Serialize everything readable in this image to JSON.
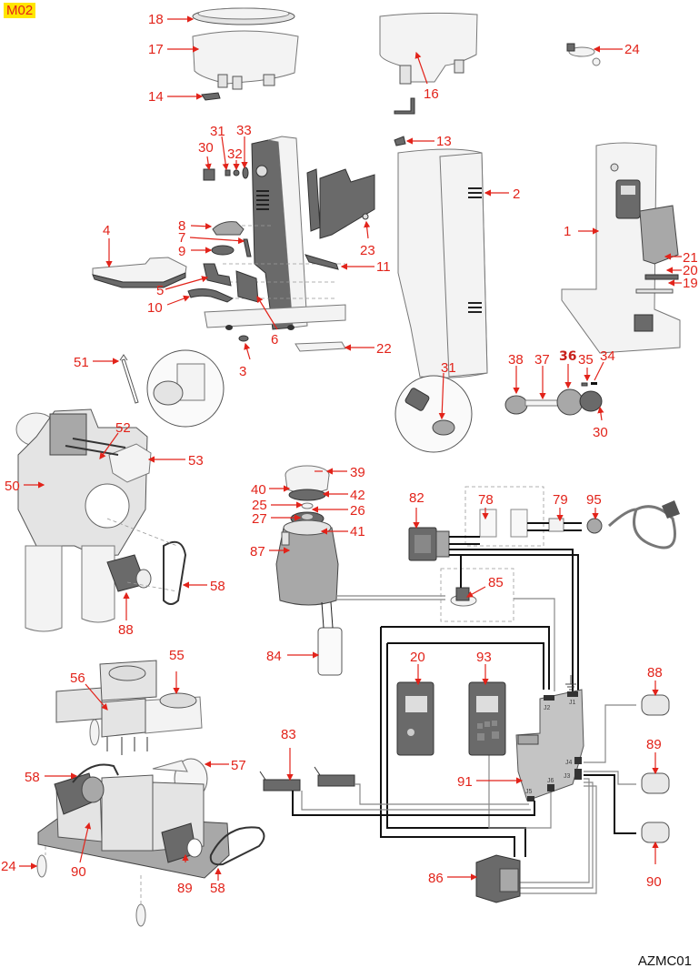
{
  "page": {
    "section_badge": "M02",
    "drawing_code": "AZMC01"
  },
  "colors": {
    "label": "#e2231a",
    "badge_bg": "#ffe600",
    "wire_dark": "#111111",
    "wire_light": "#888888"
  },
  "callouts": {
    "c1": "1",
    "c2": "2",
    "c3": "3",
    "c4": "4",
    "c5": "5",
    "c6": "6",
    "c7": "7",
    "c8": "8",
    "c9": "9",
    "c10": "10",
    "c11": "11",
    "c13": "13",
    "c14": "14",
    "c16": "16",
    "c17": "17",
    "c18": "18",
    "c19": "19",
    "c20a": "20",
    "c20b": "20",
    "c21": "21",
    "c22": "22",
    "c23": "23",
    "c24a": "24",
    "c24b": "24",
    "c25": "25",
    "c26": "26",
    "c27": "27",
    "c30a": "30",
    "c30b": "30",
    "c31a": "31",
    "c31b": "31",
    "c32": "32",
    "c33": "33",
    "c34": "34",
    "c35": "35",
    "c36": "36",
    "c37": "37",
    "c38": "38",
    "c39": "39",
    "c40": "40",
    "c41": "41",
    "c42": "42",
    "c50": "50",
    "c51": "51",
    "c52": "52",
    "c53": "53",
    "c55": "55",
    "c56": "56",
    "c57": "57",
    "c58a": "58",
    "c58b": "58",
    "c58c": "58",
    "c78": "78",
    "c79": "79",
    "c82": "82",
    "c83": "83",
    "c84": "84",
    "c85": "85",
    "c86": "86",
    "c87": "87",
    "c88a": "88",
    "c88b": "88",
    "c89a": "89",
    "c89b": "89",
    "c90a": "90",
    "c90b": "90",
    "c91": "91",
    "c93": "93",
    "c95": "95"
  },
  "board_connectors": {
    "j1": "J1",
    "j2": "J2",
    "j3": "J3",
    "j4": "J4",
    "j5": "J5",
    "j6": "J6"
  }
}
